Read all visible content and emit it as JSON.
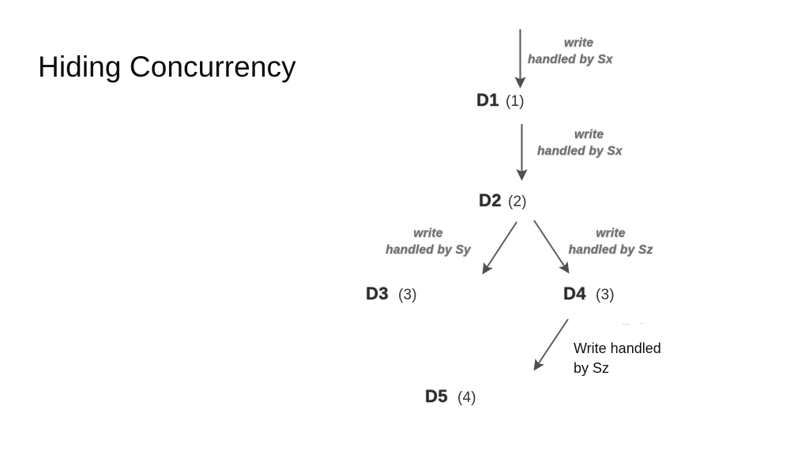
{
  "slide": {
    "title": "Hiding Concurrency",
    "background_color": "#ffffff"
  },
  "colors": {
    "title_text": "#0c0c0c",
    "node_text": "#2b2b2b",
    "version_text": "#333333",
    "scanned_label_text": "#6e6e6e",
    "plain_label_text": "#111111",
    "arrow": "#55565a"
  },
  "diagram": {
    "type": "version-history-tree",
    "nodes": [
      {
        "id": "D1",
        "version": "(1)"
      },
      {
        "id": "D2",
        "version": "(2)"
      },
      {
        "id": "D3",
        "version": "(3)"
      },
      {
        "id": "D4",
        "version": "(3)"
      },
      {
        "id": "D5",
        "version": "(4)"
      }
    ],
    "edges": [
      {
        "from": "",
        "to": "D1",
        "line1": "write",
        "line2": "handled by Sx",
        "style": "scanned-italic"
      },
      {
        "from": "D1",
        "to": "D2",
        "line1": "write",
        "line2": "handled by Sx",
        "style": "scanned-italic"
      },
      {
        "from": "D2",
        "to": "D3",
        "line1": "write",
        "line2": "handled by Sy",
        "style": "scanned-italic"
      },
      {
        "from": "D2",
        "to": "D4",
        "line1": "write",
        "line2": "handled by Sz",
        "style": "scanned-italic"
      },
      {
        "from": "D4",
        "to": "D5",
        "line1": "Write handled",
        "line2": "by Sz",
        "style": "plain-black"
      }
    ]
  }
}
